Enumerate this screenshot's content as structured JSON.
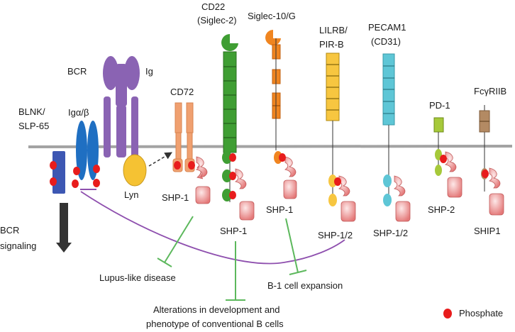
{
  "labels": {
    "bcr": "BCR",
    "ig": "Ig",
    "blnk_line1": "BLNK/",
    "blnk_line2": "SLP-65",
    "ig_alpha_beta": "Igα/β",
    "lyn": "Lyn",
    "cd72": "CD72",
    "cd22_line1": "CD22",
    "cd22_line2": "(Siglec-2)",
    "siglec10": "Siglec-10/G",
    "lilrb_line1": "LILRB/",
    "lilrb_line2": "PIR-B",
    "pecam1_line1": "PECAM1",
    "pecam1_line2": "(CD31)",
    "pd1": "PD-1",
    "fcgriib": "FcγRIIB",
    "bcr_signaling_line1": "BCR",
    "bcr_signaling_line2": "signaling"
  },
  "phosphatases": {
    "cd72": "SHP-1",
    "cd22": "SHP-1",
    "siglec10": "SHP-1",
    "lilrb": "SHP-1/2",
    "pecam1": "SHP-1/2",
    "pd1": "SHP-2",
    "fcgriib": "SHIP1"
  },
  "outcomes": {
    "lupus": "Lupus-like disease",
    "b1": "B-1 cell expansion",
    "alterations_line1": "Alterations in development and",
    "alterations_line2": "phenotype of conventional B cells"
  },
  "legend": {
    "phosphate": "Phosphate"
  },
  "colors": {
    "membrane": "#a3a3a3",
    "bcr_ig": "#8a63b3",
    "ig_alpha_beta": "#1f6fc2",
    "blnk": "#3d57b3",
    "lyn": "#f5c233",
    "cd72": "#f0a070",
    "cd22": "#3f9e33",
    "siglec10": "#f08520",
    "lilrb": "#f7c640",
    "pecam1": "#5ec6d6",
    "pd1": "#a6c93a",
    "fcgriib": "#b38a63",
    "phosphatase": "#e88888",
    "phosphate": "#e81c1c",
    "inhibition": "#5cb85c",
    "curve": "#8e4fae",
    "arrow": "#333333"
  }
}
